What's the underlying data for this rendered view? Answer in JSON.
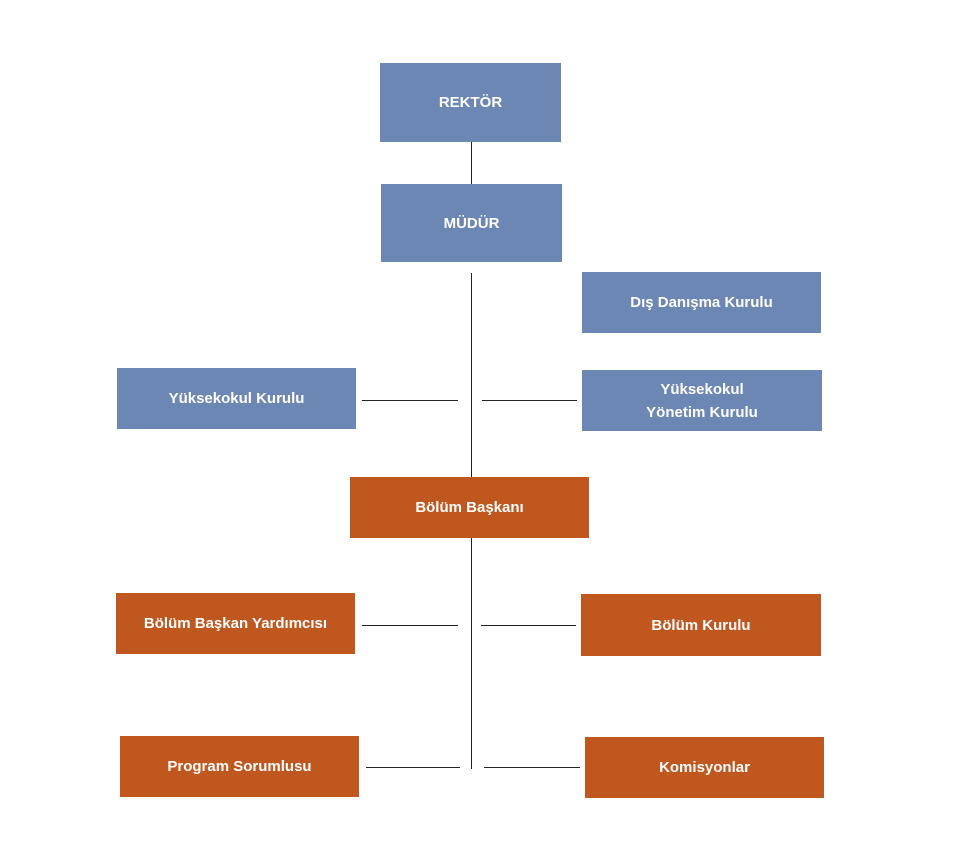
{
  "org_chart": {
    "nodes": {
      "rektor": "REKTÖR",
      "mudur": "MÜDÜR",
      "dis_danisma_kurulu": "Dış Danışma Kurulu",
      "yuksekokul_kurulu": "Yüksekokul Kurulu",
      "yuksekokul_yonetim_kurulu": [
        "Yüksekokul",
        "Yönetim Kurulu"
      ],
      "bolum_baskani": "Bölüm Başkanı",
      "bolum_baskan_yardimcisi": "Bölüm Başkan Yardımcısı",
      "bolum_kurulu": "Bölüm Kurulu",
      "program_sorumlusu": "Program Sorumlusu",
      "komisyonlar": "Komisyonlar"
    },
    "colors": {
      "administration": "#6d87b5",
      "department": "#c0571f",
      "connector": "#222222"
    }
  }
}
